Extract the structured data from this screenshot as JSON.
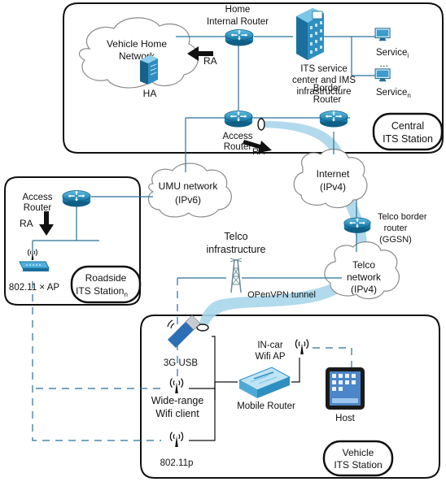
{
  "stations": {
    "central": [
      "Central",
      "ITS Station"
    ],
    "roadside": [
      "Roadside",
      "ITS Station"
    ],
    "roadside_sub": "n",
    "vehicle": [
      "Vehicle",
      "ITS Station"
    ]
  },
  "clouds": {
    "vehicle_home": [
      "Vehicle Home",
      "Network"
    ],
    "umu": [
      "UMU network",
      "(IPv6)"
    ],
    "internet": [
      "Internet",
      "(IPv4)"
    ],
    "telco": [
      "Telco",
      "network",
      "(IPv4)"
    ]
  },
  "nodes": {
    "home_router": [
      "Home",
      "Internal Router"
    ],
    "ha": "HA",
    "its_center": [
      "ITS service",
      "center and IMS",
      "infrastructure"
    ],
    "service_i": "Service",
    "service_i_sub": "i",
    "service_n": "Service",
    "service_n_sub": "n",
    "ellipsis": "…",
    "access_router_central": [
      "Access",
      "Router"
    ],
    "border_router": [
      "Border",
      "Router"
    ],
    "access_router_roadside": [
      "Access",
      "Router"
    ],
    "ap_80211": "802.11 × AP",
    "telco_border": [
      "Telco border",
      "router",
      "(GGSN)"
    ],
    "telco_infra": [
      "Telco",
      "infrastructure"
    ],
    "usb_3g": "3G USB",
    "wide_range": [
      "Wide-range",
      "Wifi client"
    ],
    "p80211": "802.11p",
    "mobile_router": "Mobile Router",
    "incar_ap": [
      "IN-car",
      "Wifi AP"
    ],
    "host": "Host"
  },
  "labels": {
    "ra_home": "RA",
    "ra_access": "RA",
    "ra_roadside": "RA",
    "tunnel": "OPenVPN tunnel"
  },
  "colors": {
    "tunnel": "#a9d6ea",
    "router": "#1f8fc0",
    "box_border": "#111111"
  }
}
